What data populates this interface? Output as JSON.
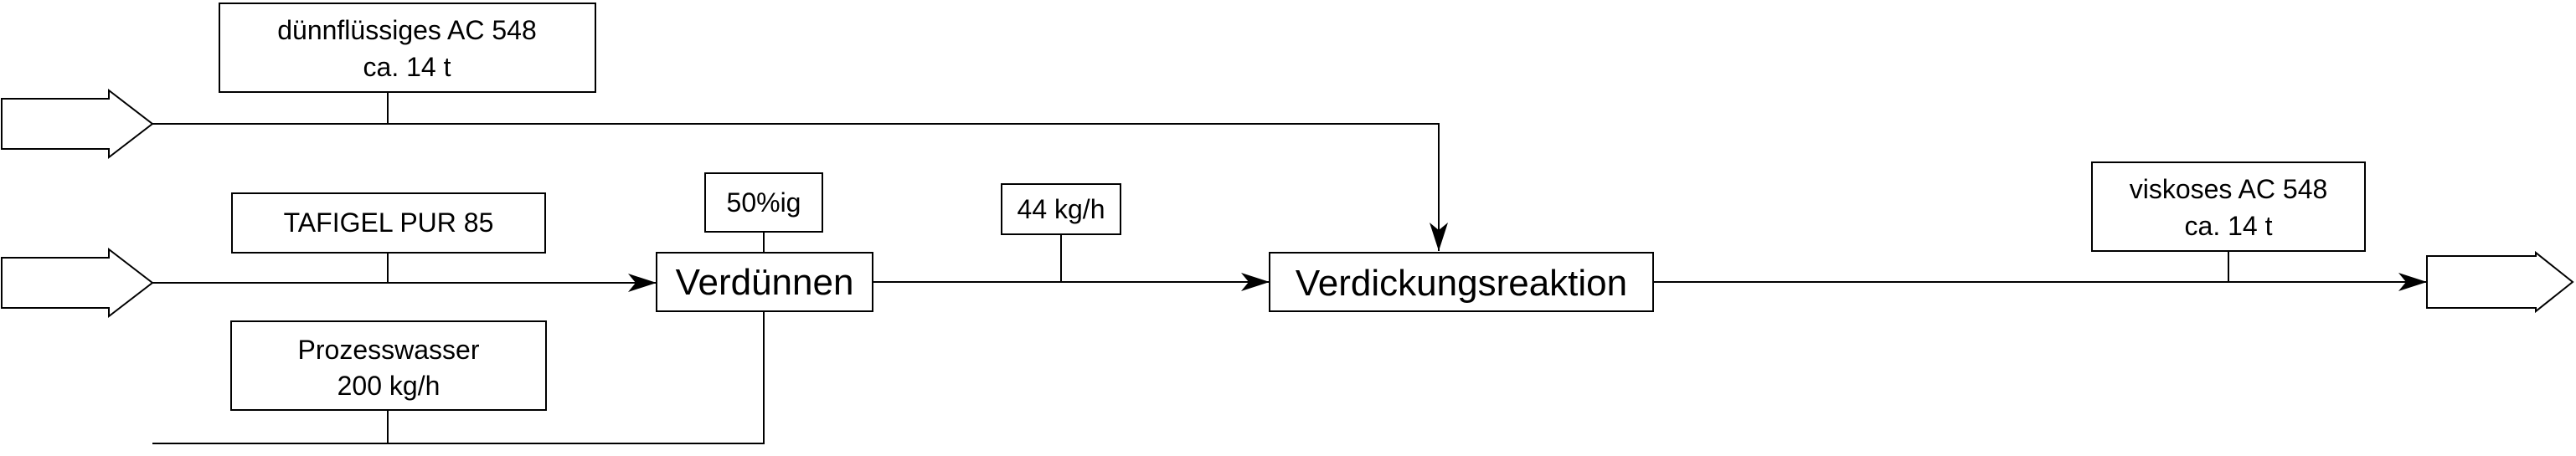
{
  "inputs": {
    "ac_thin": {
      "line1": "dünnflüssiges AC 548",
      "line2": "ca. 14 t"
    },
    "tafigel": {
      "label": "TAFIGEL PUR 85"
    },
    "water": {
      "line1": "Prozesswasser",
      "line2": "200 kg/h"
    }
  },
  "processes": {
    "dilute": {
      "label": "Verdünnen",
      "note": "50%ig"
    },
    "thicken": {
      "label": "Verdickungsreaktion"
    }
  },
  "streams": {
    "diluted_flow": {
      "label": "44 kg/h"
    }
  },
  "output": {
    "ac_viscous": {
      "line1": "viskoses AC 548",
      "line2": "ca. 14 t"
    }
  }
}
